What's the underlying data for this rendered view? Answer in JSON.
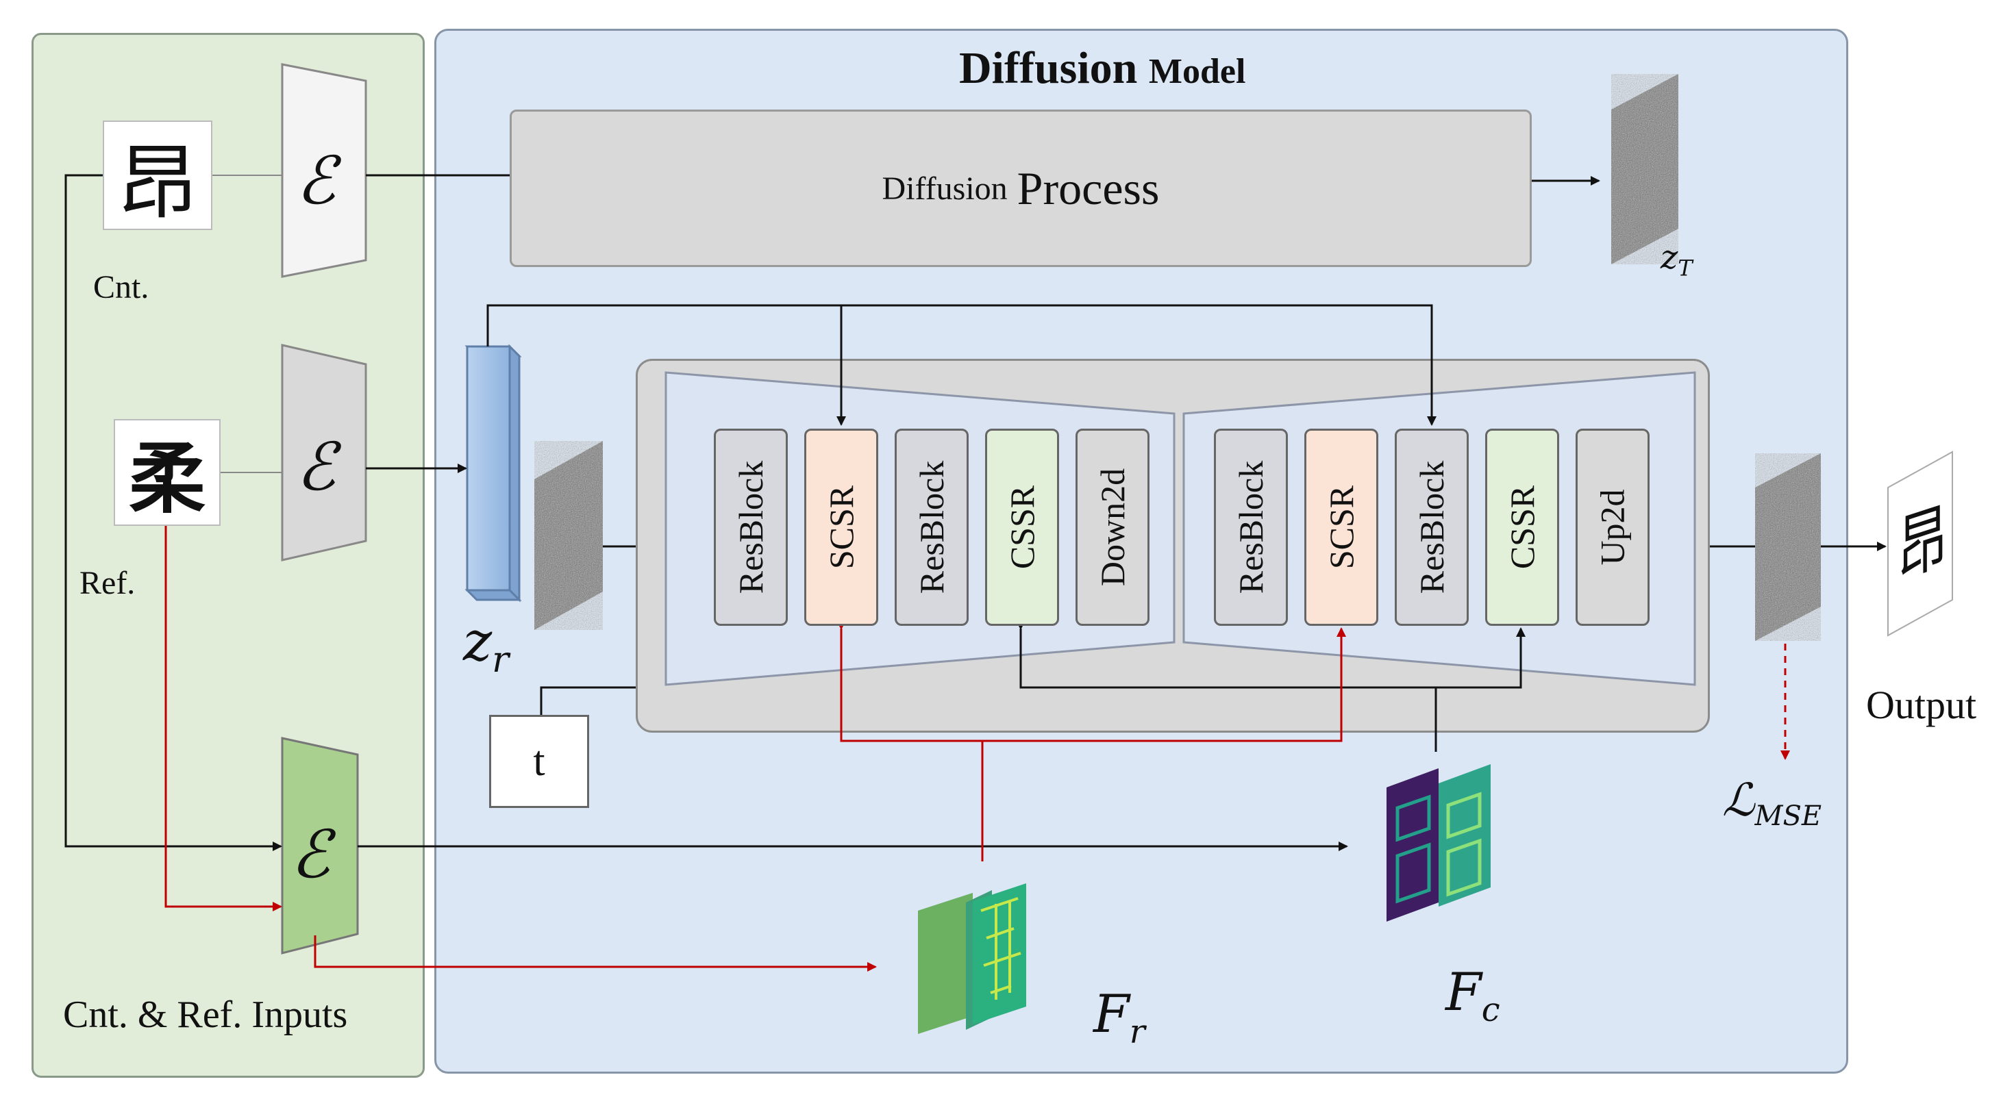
{
  "title": {
    "main": "Diffusion",
    "sub": "Model"
  },
  "diffusion_process": {
    "small": "Diffusion",
    "large": "Process"
  },
  "inputs": {
    "content_char": "昂",
    "content_label": "Cnt.",
    "reference_char": "柔",
    "reference_label": "Ref.",
    "panel_label": "Cnt. & Ref. Inputs",
    "encoder_symbol": "ℰ"
  },
  "latents": {
    "zr_base": "z",
    "zr_sub": "r",
    "zT_base": "z",
    "zT_sub": "T"
  },
  "timestep": "t",
  "encoder_blocks": [
    "ResBlock",
    "SCSR",
    "ResBlock",
    "CSSR",
    "Down2d"
  ],
  "decoder_blocks": [
    "ResBlock",
    "SCSR",
    "ResBlock",
    "CSSR",
    "Up2d"
  ],
  "features": {
    "fr_base": "F",
    "fr_sub": "r",
    "fc_base": "F",
    "fc_sub": "c"
  },
  "loss": {
    "base": "ℒ",
    "sub": "MSE"
  },
  "output": {
    "label": "Output",
    "char": "昂"
  },
  "colors": {
    "green_panel": "#e2edd9",
    "blue_panel": "#dbe7f4",
    "scsr": "#fbe3d6",
    "cssr": "#e2efd9",
    "resblock": "#d6d8dd",
    "red_arrow": "#c00000"
  }
}
